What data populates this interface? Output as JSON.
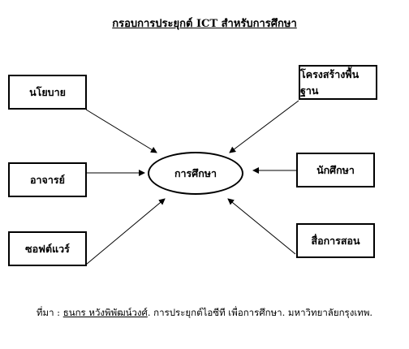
{
  "title": "กรอบการประยุกต์ ICT สำหรับการศึกษา",
  "center_label": "การศึกษา",
  "boxes": {
    "policy": "นโยบาย",
    "teacher": "อาจารย์",
    "software": "ซอฟต์แวร์",
    "infrastructure": "โครงสร้างพื้นฐาน",
    "student": "นักศึกษา",
    "media": "สื่อการสอน"
  },
  "source": {
    "prefix": "ที่มา",
    "separator": " : ",
    "author": "ธนกร  หวังพิพัฒน์วงศ์",
    "citation": ". การประยุกต์ไอซีที เพื่อการศึกษา. มหาวิทยาลัยกรุงเทพ."
  }
}
